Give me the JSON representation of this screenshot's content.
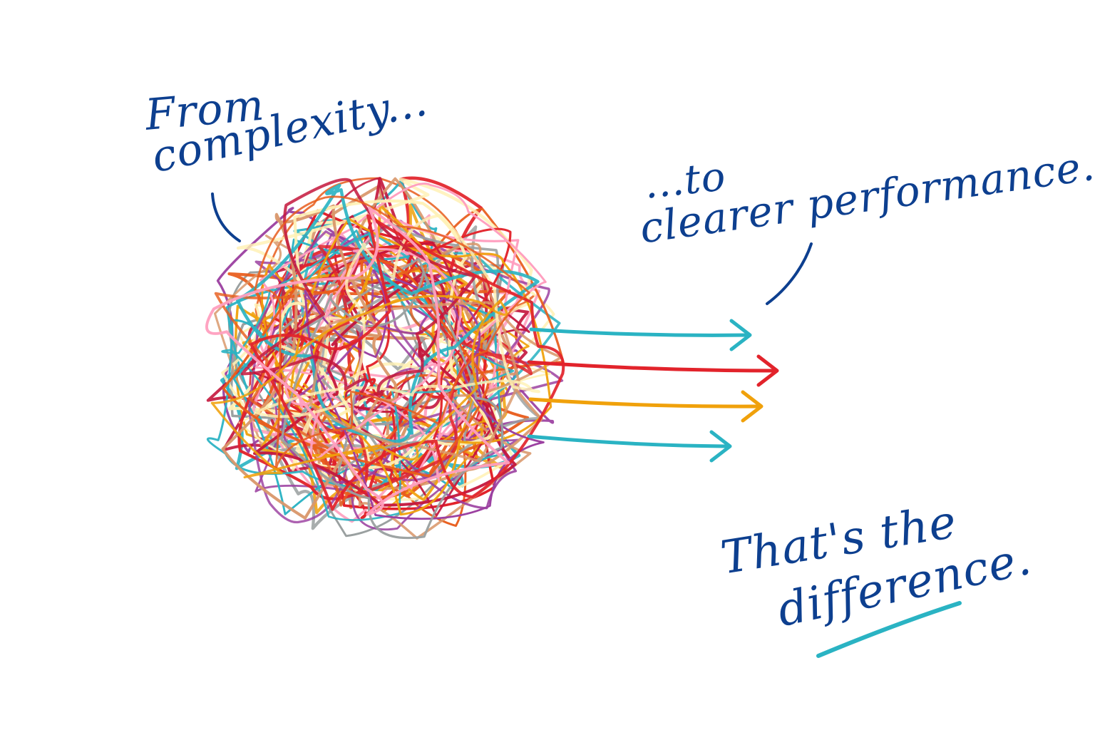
{
  "text": {
    "from_line1": "From",
    "from_line2": "complexity...",
    "to_line1": "...to",
    "to_line2": "clearer performance.",
    "diff_line1": "That's the",
    "diff_line2": "difference."
  },
  "colors": {
    "ink": "#0d3f8f",
    "teal": "#2ab3c3",
    "red": "#e2232b",
    "orange": "#f0a10b",
    "tangle": [
      "#e2232b",
      "#e85d1c",
      "#f0a10b",
      "#ff9fbf",
      "#9b3fa0",
      "#9aa0a0",
      "#2ab3c3",
      "#d9976a",
      "#fff1b5",
      "#c4163c"
    ]
  },
  "arrows": [
    {
      "color": "#2ab3c3"
    },
    {
      "color": "#e2232b"
    },
    {
      "color": "#f0a10b"
    },
    {
      "color": "#2ab3c3"
    }
  ]
}
